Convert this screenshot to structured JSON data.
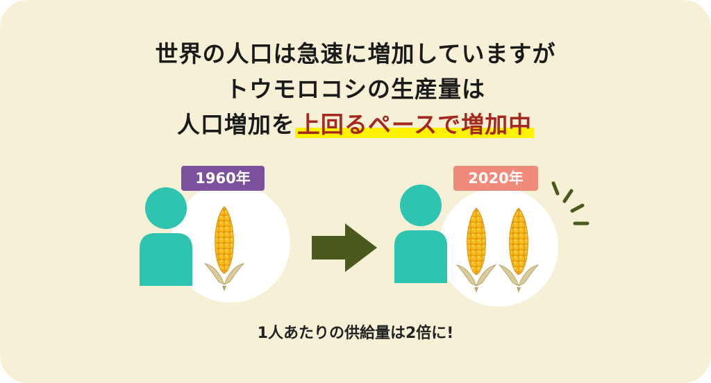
{
  "headline": {
    "line1": "世界の人口は急速に増加していますが",
    "line2": "トウモロコシの生産量は",
    "line3_prefix": "人口増加を",
    "line3_highlight": "上回るペースで増加中"
  },
  "before": {
    "year_label": "1960年",
    "badge_color": "#7b519d",
    "corn_count": 1
  },
  "after": {
    "year_label": "2020年",
    "badge_color": "#f08a7b",
    "corn_count": 2
  },
  "caption": "1人あたりの供給量は2倍に!",
  "colors": {
    "person": "#2ec4b0",
    "arrow": "#4a5a1e",
    "accent_lines": "#4a5a1e",
    "corn_kernel": "#f4b516",
    "highlight_text": "#a4281e",
    "highlight_marker": "#fff200",
    "background": "#f6f1d6"
  },
  "icons": [
    "person-icon",
    "corn-icon",
    "arrow-right-icon",
    "sparkle-lines-icon"
  ]
}
